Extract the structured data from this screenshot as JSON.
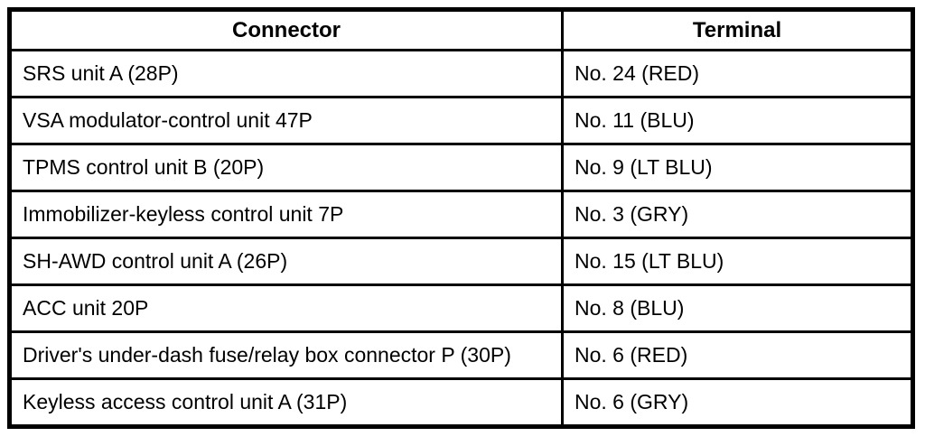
{
  "colors": {
    "background": "#ffffff",
    "border": "#000000",
    "text": "#000000"
  },
  "table": {
    "headers": {
      "connector": "Connector",
      "terminal": "Terminal"
    },
    "rows": [
      {
        "connector": "SRS unit A (28P)",
        "terminal": "No. 24 (RED)"
      },
      {
        "connector": "VSA modulator-control unit 47P",
        "terminal": "No. 11 (BLU)"
      },
      {
        "connector": "TPMS control unit B (20P)",
        "terminal": "No. 9 (LT BLU)"
      },
      {
        "connector": "Immobilizer-keyless control unit 7P",
        "terminal": "No. 3 (GRY)"
      },
      {
        "connector": "SH-AWD control unit A (26P)",
        "terminal": "No. 15 (LT BLU)"
      },
      {
        "connector": "ACC unit 20P",
        "terminal": "No. 8 (BLU)"
      },
      {
        "connector": "Driver's under-dash fuse/relay box connector P (30P)",
        "terminal": "No. 6 (RED)"
      },
      {
        "connector": "Keyless access control unit A (31P)",
        "terminal": "No. 6 (GRY)"
      }
    ]
  }
}
